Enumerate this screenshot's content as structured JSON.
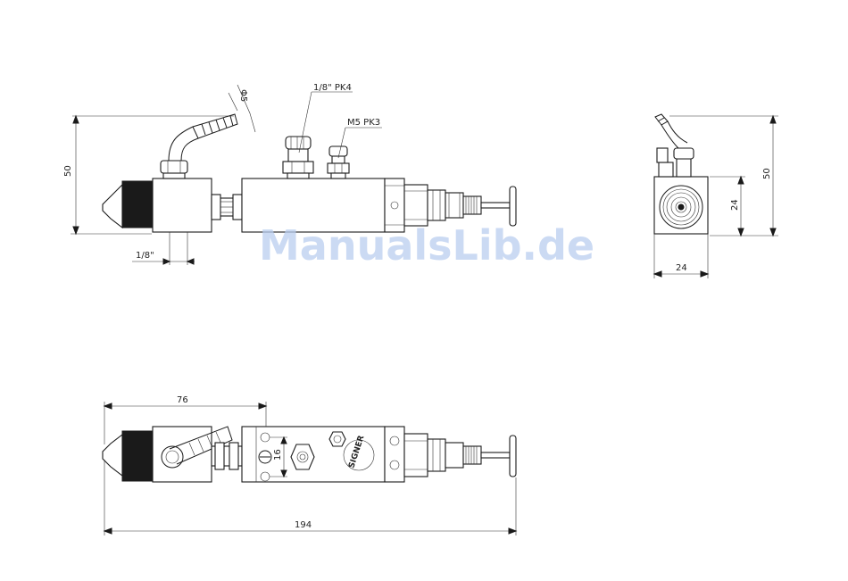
{
  "labels": {
    "port_upper": "1/8\" PK4",
    "port_lower": "M5 PK3",
    "diameter": "Φ5",
    "thread_side": "1/8\"",
    "height_side": "50",
    "height_end": "50",
    "end_inner_height": "24",
    "end_width": "24",
    "top_offset": "76",
    "top_hole_pitch": "16",
    "overall_length": "194",
    "brand_mark": "SIGNER"
  },
  "watermark": "ManualsLib.de",
  "colors": {
    "line": "#1a1a1a",
    "watermark": "#b9cdef",
    "background": "#ffffff"
  }
}
